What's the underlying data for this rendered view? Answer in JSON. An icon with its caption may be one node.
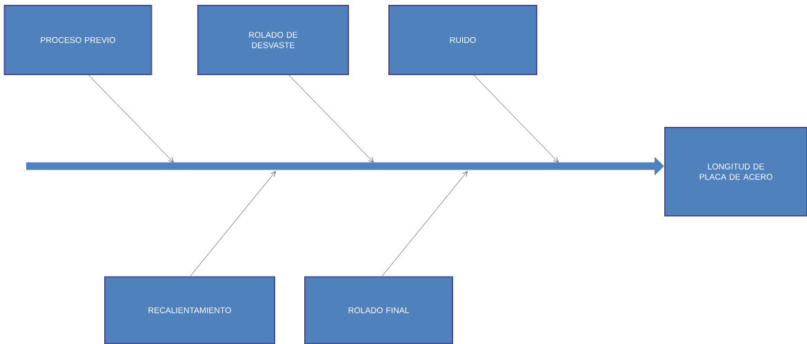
{
  "diagram": {
    "nodes": [
      {
        "text": [
          "PROCESO PREVIO"
        ]
      },
      {
        "text": [
          "ROLADO DE DESVASTE"
        ]
      },
      {
        "text": [
          "RUIDO"
        ]
      },
      {
        "text": [
          "RECALIENTAMIENTO"
        ]
      },
      {
        "text": [
          "ROLADO FINAL"
        ]
      },
      {
        "text": [
          "LONGITUD DE PLACA DE ACERO"
        ]
      }
    ],
    "edges": [
      {
        "from": null,
        "to": 5,
        "arrow": "to",
        "style": "thick",
        "color": "#4f81bd"
      },
      {
        "from": 0,
        "to": null,
        "arrow": "to"
      },
      {
        "from": 1,
        "to": null,
        "arrow": "to"
      },
      {
        "from": 2,
        "to": null,
        "arrow": "to"
      },
      {
        "from": 3,
        "to": null,
        "arrow": "to"
      },
      {
        "from": 4,
        "to": null,
        "arrow": "to"
      }
    ]
  }
}
